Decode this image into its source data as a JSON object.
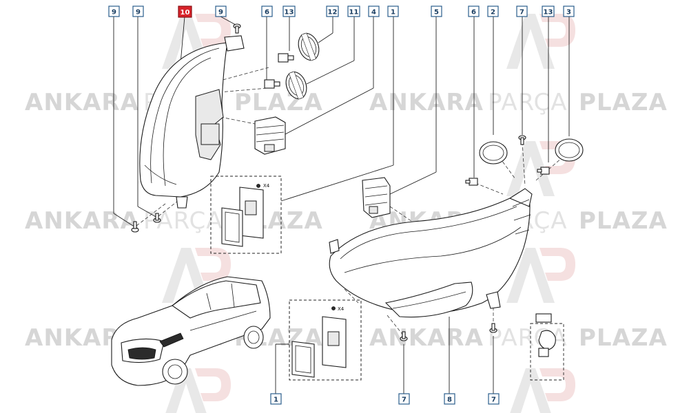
{
  "watermark": {
    "brand_bold": "ANKARA",
    "brand_light": "PARÇA",
    "brand_bold2": "PLAZA"
  },
  "callouts": [
    {
      "id": "c-9a",
      "label": "9"
    },
    {
      "id": "c-9b",
      "label": "9"
    },
    {
      "id": "c-10",
      "label": "10",
      "highlighted": true
    },
    {
      "id": "c-9c",
      "label": "9"
    },
    {
      "id": "c-6a",
      "label": "6"
    },
    {
      "id": "c-13a",
      "label": "13"
    },
    {
      "id": "c-12",
      "label": "12"
    },
    {
      "id": "c-11",
      "label": "11"
    },
    {
      "id": "c-4",
      "label": "4"
    },
    {
      "id": "c-1a",
      "label": "1"
    },
    {
      "id": "c-5",
      "label": "5"
    },
    {
      "id": "c-6b",
      "label": "6"
    },
    {
      "id": "c-2",
      "label": "2"
    },
    {
      "id": "c-7a",
      "label": "7"
    },
    {
      "id": "c-13b",
      "label": "13"
    },
    {
      "id": "c-3",
      "label": "3"
    },
    {
      "id": "c-1b",
      "label": "1"
    },
    {
      "id": "c-7b",
      "label": "7"
    },
    {
      "id": "c-8",
      "label": "8"
    },
    {
      "id": "c-7c",
      "label": "7"
    }
  ],
  "quantity_labels": {
    "upper_box": "X4",
    "lower_box": "X4"
  },
  "colors": {
    "callout_border": "#2a5d8c",
    "highlight": "#d8232a",
    "watermark": "#c9c9c9"
  }
}
